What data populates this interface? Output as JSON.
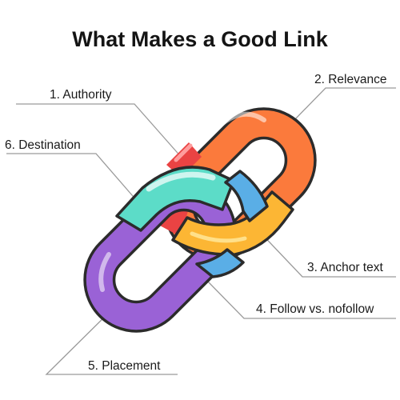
{
  "title": "What Makes a Good Link",
  "labels": {
    "authority": "1. Authority",
    "relevance": "2. Relevance",
    "anchor_text": "3. Anchor text",
    "follow": "4. Follow vs. nofollow",
    "placement": "5. Placement",
    "destination": "6. Destination"
  },
  "colors": {
    "authority": "#ea4343",
    "relevance": "#fb7a3c",
    "anchor_text": "#fcb634",
    "follow": "#5aaee6",
    "placement": "#9a62d6",
    "destination": "#5cdcc8",
    "outline": "#2b2b2b"
  }
}
